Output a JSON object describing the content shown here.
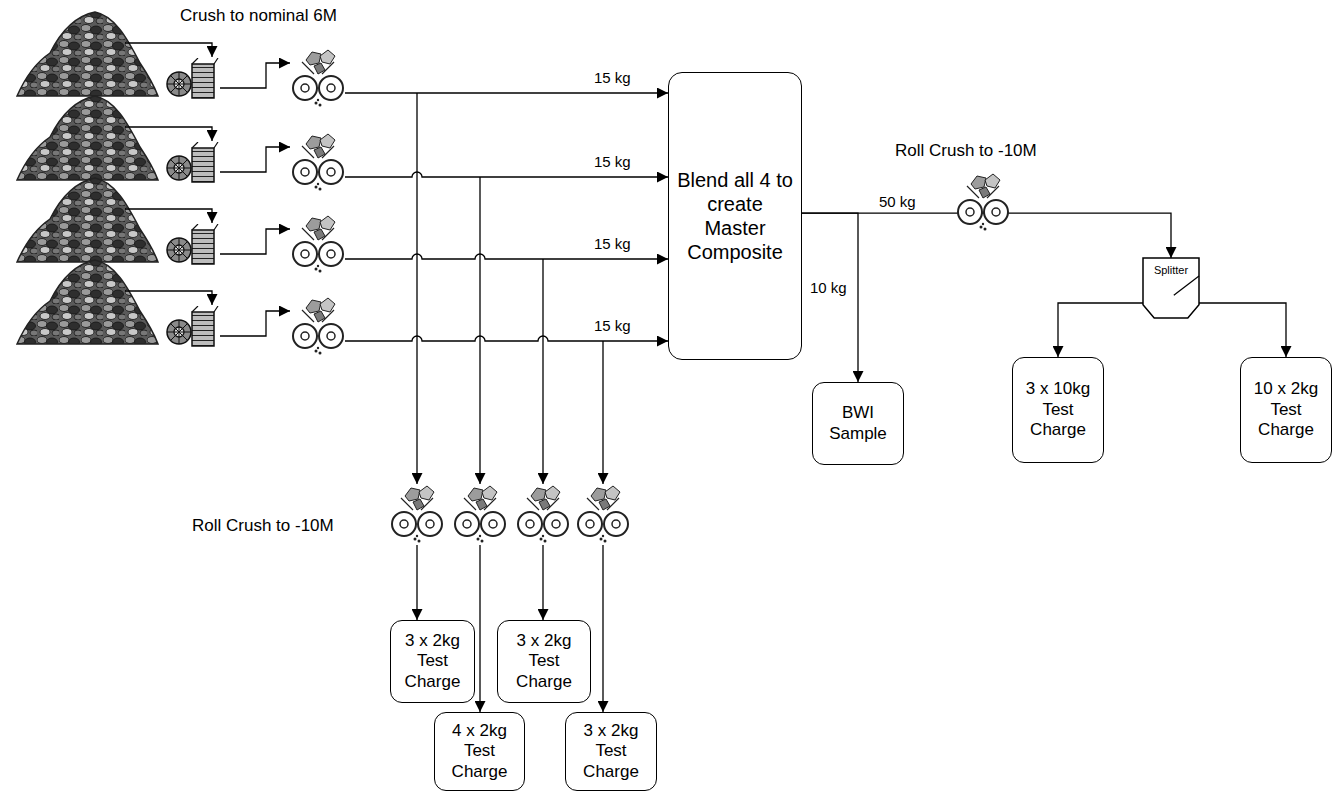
{
  "diagram": {
    "nodes": [
      {
        "text": [
          "Blend all 4 to create Master Composite"
        ]
      },
      {
        "text": [
          "BWI Sample"
        ]
      },
      {
        "text": [
          "Splitter"
        ]
      },
      {
        "text": [
          "3 x 10kg Test Charge"
        ]
      },
      {
        "text": [
          "10 x 2kg Test Charge"
        ]
      },
      {
        "text": [
          "3 x 2kg Test Charge"
        ]
      },
      {
        "text": [
          "3 x 2kg Test Charge"
        ]
      },
      {
        "text": [
          "4 x 2kg Test Charge"
        ]
      },
      {
        "text": [
          "3 x 2kg Test Charge"
        ]
      }
    ],
    "edges": [
      {
        "from": 0,
        "to": 1,
        "arrow": "to",
        "label": "10 kg"
      },
      {
        "from": 0,
        "to": 2,
        "arrow": "to",
        "label": "50 kg"
      },
      {
        "from": 2,
        "to": 3,
        "arrow": "to"
      },
      {
        "from": 2,
        "to": 4,
        "arrow": "to"
      }
    ],
    "labels": [
      "Crush to nominal 6M",
      "15 kg",
      "15 kg",
      "15 kg",
      "15 kg",
      "Roll Crush to -10M",
      "Roll Crush to -10M"
    ]
  }
}
